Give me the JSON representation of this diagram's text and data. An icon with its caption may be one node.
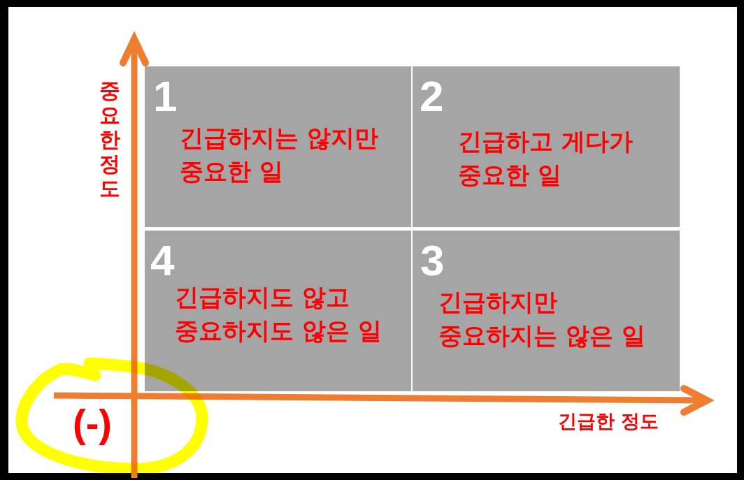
{
  "diagram": {
    "nodes": [
      {
        "text": [
          "1",
          "긴급하지는 않지만 중요한 일"
        ]
      },
      {
        "text": [
          "2",
          "긴급하고 게다가 중요한 일"
        ]
      },
      {
        "text": [
          "4",
          "긴급하지도 않고 중요하지도 않은 일"
        ]
      },
      {
        "text": [
          "3",
          "긴급하지만 중요하지는 않은 일"
        ]
      }
    ],
    "labels": [
      "중요한 정도",
      "(-)",
      "긴급한 정도"
    ]
  }
}
